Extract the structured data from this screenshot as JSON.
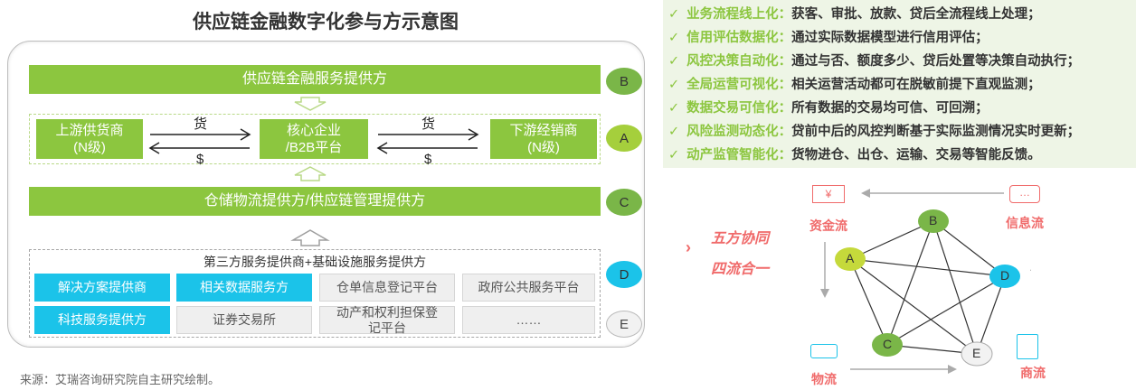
{
  "title": "供应链金融数字化参与方示意图",
  "layers": {
    "top_bar": "供应链金融服务提供方",
    "upstream": [
      "上游供货商",
      "(N级)"
    ],
    "core": [
      "核心企业",
      "/B2B平台"
    ],
    "downstream": [
      "下游经销商",
      "(N级)"
    ],
    "goods_label": "货",
    "money_label": "$",
    "bottom_bar": "仓储物流提供方/供应链管理提供方",
    "third_party_title": "第三方服务提供商+基础设施服务提供方",
    "cells_row1": [
      "解决方案提供商",
      "相关数据服务方",
      "仓单信息登记平台",
      "政府公共服务平台"
    ],
    "cells_row2": [
      "科技服务提供方",
      "证券交易所",
      "动产和权利担保登",
      "记平台",
      "……"
    ]
  },
  "markers": {
    "A": "A",
    "B": "B",
    "C": "C",
    "D": "D",
    "E": "E"
  },
  "source": "来源：艾瑞咨询研究院自主研究绘制。",
  "features": [
    {
      "key": "业务流程线上化：",
      "text": "获客、审批、放款、贷后全流程线上处理；"
    },
    {
      "key": "信用评估数据化：",
      "text": "通过实际数据模型进行信用评估；"
    },
    {
      "key": "风控决策自动化：",
      "text": "通过与否、额度多少、贷后处置等决策自动执行；"
    },
    {
      "key": "全局运营可视化：",
      "text": "相关运营活动都可在脱敏前提下直观监测；"
    },
    {
      "key": "数据交易可信化：",
      "text": "所有数据的交易均可信、可回溯；"
    },
    {
      "key": "风险监测动态化：",
      "text": "贷前中后的风控判断基于实际监测情况实时更新；"
    },
    {
      "key": "动产监管智能化：",
      "text": "货物进仓、出仓、运输、交易等智能反馈。"
    }
  ],
  "slogan": [
    "五方协同",
    "四流合一"
  ],
  "flows": {
    "capital": "资金流",
    "info": "信息流",
    "logistics": "物流",
    "commerce": "商流"
  },
  "colors": {
    "green": "#8cc63f",
    "cyan": "#1bc3e9",
    "red": "#f06b6b",
    "grey": "#efefef"
  }
}
